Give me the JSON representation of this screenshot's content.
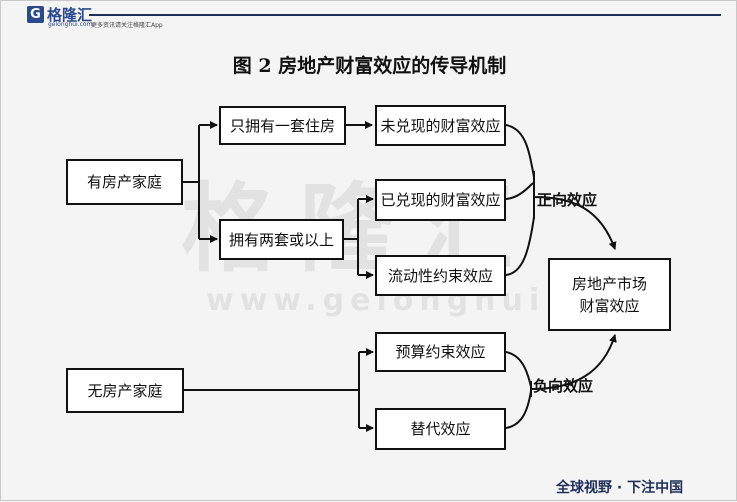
{
  "header": {
    "logo_mark": "G",
    "logo_name": "格隆汇",
    "logo_domain": "gelonghui.com",
    "slogan": "更多资讯请关注格隆汇App"
  },
  "title": "图 2   房地产财富效应的传导机制",
  "nodes": {
    "has_house": "有房产家庭",
    "only_one": "只拥有一套住房",
    "two_or_more": "拥有两套或以上",
    "unrealized": "未兑现的财富效应",
    "realized": "已兑现的财富效应",
    "liquidity": "流动性约束效应",
    "no_house": "无房产家庭",
    "budget": "预算约束效应",
    "substitution": "替代效应",
    "market_line1": "房地产市场",
    "market_line2": "财富效应"
  },
  "edge_labels": {
    "positive": "正向效应",
    "negative": "负向效应"
  },
  "watermark": {
    "text": "格隆汇",
    "url": "www.gelonghui.com"
  },
  "footer": "全球视野 · 下注中国",
  "colors": {
    "brand": "#2b4a8c",
    "line": "#111111"
  }
}
